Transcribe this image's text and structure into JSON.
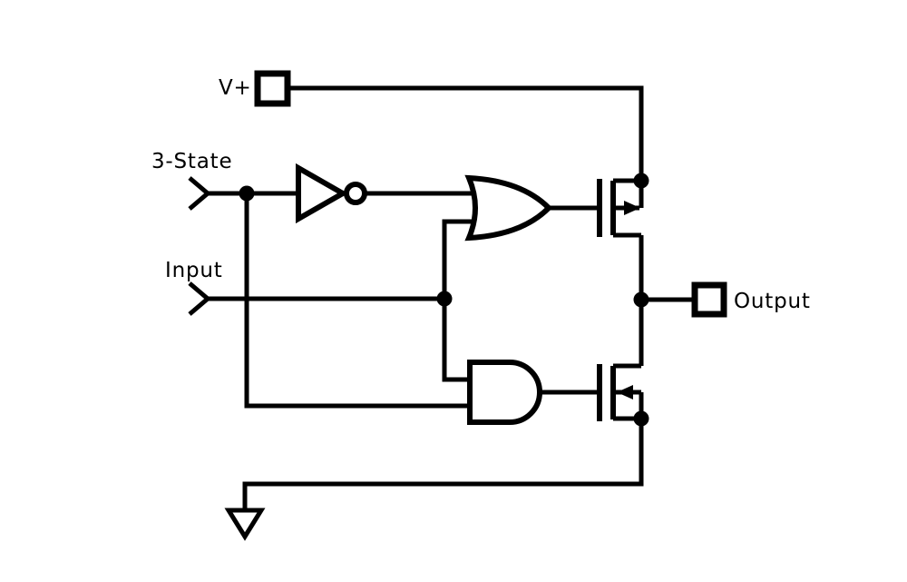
{
  "diagram": {
    "type": "circuit-schematic",
    "description": "Three-state CMOS output buffer schematic with inverter, OR gate, AND gate, P-channel and N-channel MOSFET output pair",
    "labels": {
      "supply": "V+",
      "tristate": "3-State",
      "input": "Input",
      "output": "Output"
    },
    "components": {
      "gate1": "inverter",
      "gate2": "or-gate",
      "gate3": "and-gate",
      "transistor_top": "p-channel-mosfet",
      "transistor_bottom": "n-channel-mosfet",
      "ground": "ground-symbol"
    },
    "colors": {
      "line": "#000000",
      "background": "#ffffff"
    }
  }
}
